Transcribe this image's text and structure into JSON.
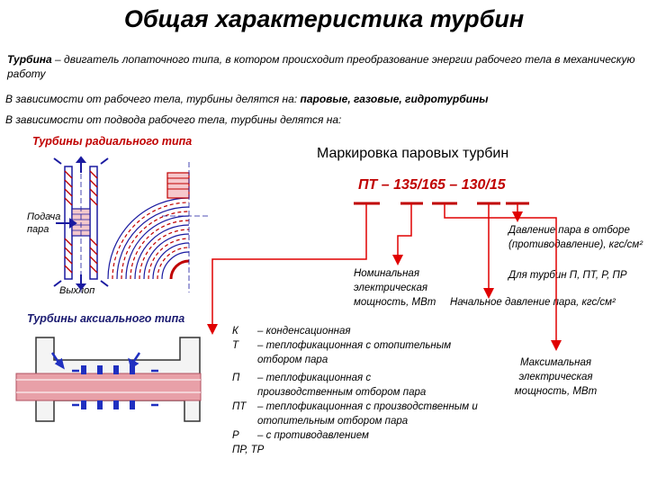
{
  "title": "Общая характеристика турбин",
  "definition": {
    "term": "Турбина",
    "text": " – двигатель лопаточного типа, в котором происходит преобразование энергии рабочего тела в механическую работу"
  },
  "classification": {
    "by_working_body_prefix": "В зависимости от рабочего тела, турбины делятся на:",
    "by_working_body_types": " паровые, газовые, гидротурбины",
    "by_supply": "В зависимости от подвода рабочего тела, турбины делятся на:"
  },
  "radial": {
    "heading": "Турбины радиального типа",
    "steam_supply": "Подача пара",
    "exhaust": "Выхлоп"
  },
  "axial": {
    "heading": "Турбины аксиального типа"
  },
  "marking": {
    "heading": "Маркировка паровых турбин",
    "code": "ПТ – 135/165 – 130/15",
    "nominal_power": "Номинальная электрическая мощность, МВт",
    "extraction_pressure": "Давление пара в отборе (противодавление), кгс/см²",
    "extraction_note": "Для турбин П, ПТ, Р, ПР",
    "initial_pressure": "Начальное давление пара, кгс/см²",
    "max_power": "Максимальная электрическая мощность, МВт"
  },
  "types": [
    {
      "code": "К",
      "desc": "– конденсационная"
    },
    {
      "code": "Т",
      "desc": "– теплофикационная с отопительным отбором пара"
    },
    {
      "code": "П",
      "desc": "– теплофикационная с производственным отбором пара"
    },
    {
      "code": "ПТ",
      "desc": "– теплофикационная с производственным и отопительным отбором пара"
    },
    {
      "code": "Р",
      "desc": "– с противодавлением"
    },
    {
      "code": "ПР, ТР",
      "desc": ""
    }
  ],
  "colors": {
    "accent_red": "#c00000",
    "arrow_red": "#e00000",
    "blade_blue": "#1a1aa0",
    "shaft_pink": "#e8a0a8"
  }
}
